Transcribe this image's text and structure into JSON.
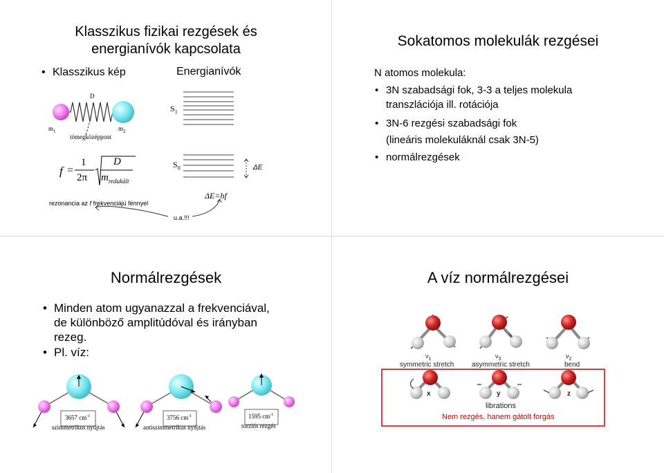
{
  "slide1": {
    "title_line1": "Klasszikus fizikai rezgések és",
    "title_line2": "energianívók kapcsolata",
    "bullet_classic": "Klasszikus kép",
    "heading_levels": "Energianívók",
    "label_D": "D",
    "label_m1": "m",
    "label_m1_sub": "1",
    "label_m2": "m",
    "label_m2_sub": "2",
    "label_com": "tömegközéppont",
    "formula_f": "f",
    "formula_eq": "=",
    "formula_one": "1",
    "formula_2pi": "2π",
    "formula_D": "D",
    "formula_m": "m",
    "formula_m_sub": "redukált",
    "label_S1": "S",
    "label_S1_sub": "1",
    "label_S0": "S",
    "label_S0_sub": "0",
    "label_dE": "ΔE",
    "resonance": "rezonancia az ",
    "resonance_f": "f",
    "resonance_rest": " frekvenciájú fénnyel",
    "ua": "u.a.!!!",
    "dE_hf": "ΔE=hf"
  },
  "slide2": {
    "title": "Sokatomos molekulák rezgései",
    "intro": "N atomos molekula:",
    "b1_line1": "3N szabadsági fok, 3-3 a teljes molekula",
    "b1_line2": "transzlációja ill. rotációja",
    "b2_line1": "3N-6 rezgési szabadsági fok",
    "b2_line2": "(lineáris molekuláknál csak 3N-5)",
    "b3": "normálrezgések"
  },
  "slide3": {
    "title": "Normálrezgések",
    "b1_line1": "Minden atom ugyanazzal a frekvenciával,",
    "b1_line2": "de különböző amplitúdóval és irányban",
    "b1_line3": "rezeg.",
    "b2": "Pl. víz:",
    "modes": [
      {
        "freq": "3657 cm",
        "exp": "-1",
        "name": "szimmetrikus nyújtás"
      },
      {
        "freq": "3756 cm",
        "exp": "-1",
        "name": "antiszimmetrikus nyújtás"
      },
      {
        "freq": "1595 cm",
        "exp": "-1",
        "name": "torziós rezgés"
      }
    ]
  },
  "slide4": {
    "title": "A víz normálrezgései",
    "top_labels": [
      {
        "sym": "ν",
        "sub": "1",
        "name": "symmetric stretch"
      },
      {
        "sym": "ν",
        "sub": "3",
        "name": "asymmetric stretch"
      },
      {
        "sym": "ν",
        "sub": "2",
        "name": "bend"
      }
    ],
    "lib_labels": [
      "x",
      "y",
      "z"
    ],
    "librations": "librations",
    "note": "Nem rezgés, hanem gátolt forgás"
  },
  "colors": {
    "oxygen": "#cc2222",
    "hydrogen": "#d9d9d9",
    "heavy_atom": "#7fe8f0",
    "light_atom": "#f080f0",
    "note_red": "#cc0000"
  }
}
